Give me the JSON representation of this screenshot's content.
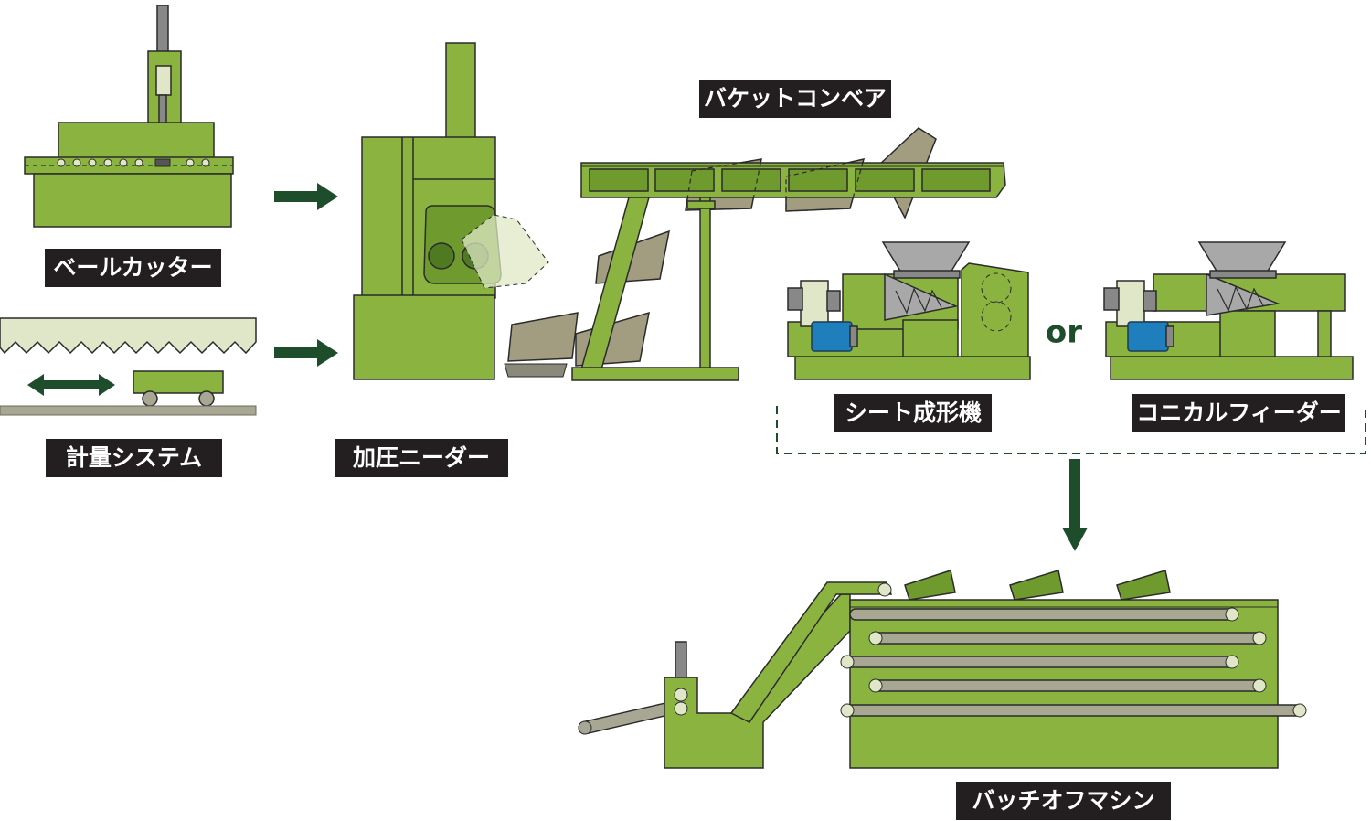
{
  "labels": {
    "bale_cutter": "ベールカッター",
    "weighing_system": "計量システム",
    "pressure_kneader": "加圧ニーダー",
    "bucket_conveyor": "バケットコンベア",
    "sheet_forming_machine": "シート成形機",
    "conical_feeder": "コニカルフィーダー",
    "batch_off_machine": "バッチオフマシン",
    "or": "or"
  },
  "colors": {
    "machine_green": "#8ab43f",
    "machine_green_dark": "#6f9a2d",
    "rubber_khaki": "#a29c80",
    "arrow_green": "#1e4d2b",
    "motor_blue": "#1f7fbd",
    "label_background": "#231f20",
    "label_text": "#ffffff"
  },
  "icons": {
    "flow_arrow": "arrow-right-icon",
    "down_arrow": "arrow-down-icon",
    "shuttle": "double-arrow-icon"
  }
}
